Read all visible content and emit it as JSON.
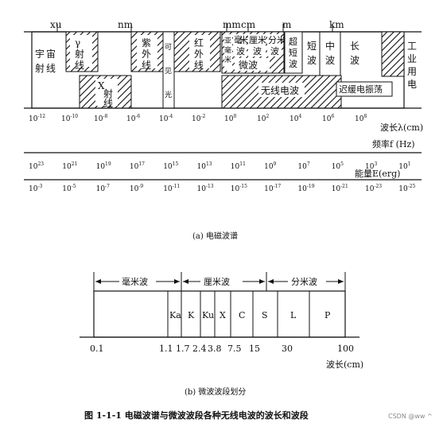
{
  "spectrum": {
    "unit_labels": [
      "xu",
      "nm",
      "mm",
      "cm",
      "m",
      "km"
    ],
    "bands": {
      "cosmic": "宇宙射线",
      "gamma": "γ射线",
      "xray": "X射线",
      "uv": "紫外线",
      "visible": "可见光",
      "ir": "红外线",
      "submm": "亚毫米",
      "mm": "毫米波",
      "cm": "厘米波",
      "dm": "分米波",
      "microwave": "微波",
      "ultrashort": "超短波",
      "short": "短波",
      "medium": "中波",
      "long": "长波",
      "radio": "无线电波",
      "slow_osc": "迟缓电振荡",
      "power": "工业用电"
    },
    "wavelength_ticks": [
      {
        "base": "10",
        "exp": "-12"
      },
      {
        "base": "10",
        "exp": "-10"
      },
      {
        "base": "10",
        "exp": "-8"
      },
      {
        "base": "10",
        "exp": "-6"
      },
      {
        "base": "10",
        "exp": "-4"
      },
      {
        "base": "10",
        "exp": "-2"
      },
      {
        "base": "10",
        "exp": "0"
      },
      {
        "base": "10",
        "exp": "2"
      },
      {
        "base": "10",
        "exp": "4"
      },
      {
        "base": "10",
        "exp": "6"
      },
      {
        "base": "10",
        "exp": "8"
      }
    ],
    "wavelength_label": "波长λ(cm)",
    "frequency_label": "频率f (Hz)",
    "frequency_ticks": [
      {
        "base": "10",
        "exp": "23"
      },
      {
        "base": "10",
        "exp": "21"
      },
      {
        "base": "10",
        "exp": "19"
      },
      {
        "base": "10",
        "exp": "17"
      },
      {
        "base": "10",
        "exp": "15"
      },
      {
        "base": "10",
        "exp": "13"
      },
      {
        "base": "10",
        "exp": "11"
      },
      {
        "base": "10",
        "exp": "9"
      },
      {
        "base": "10",
        "exp": "7"
      },
      {
        "base": "10",
        "exp": "5"
      },
      {
        "base": "10",
        "exp": "3"
      },
      {
        "base": "10",
        "exp": "1"
      }
    ],
    "energy_label": "能量E(erg)",
    "energy_ticks": [
      {
        "base": "10",
        "exp": "-3"
      },
      {
        "base": "10",
        "exp": "-5"
      },
      {
        "base": "10",
        "exp": "-7"
      },
      {
        "base": "10",
        "exp": "-9"
      },
      {
        "base": "10",
        "exp": "-11"
      },
      {
        "base": "10",
        "exp": "-13"
      },
      {
        "base": "10",
        "exp": "-15"
      },
      {
        "base": "10",
        "exp": "-17"
      },
      {
        "base": "10",
        "exp": "-19"
      },
      {
        "base": "10",
        "exp": "-21"
      },
      {
        "base": "10",
        "exp": "-23"
      },
      {
        "base": "10",
        "exp": "-25"
      }
    ],
    "caption": "(a) 电磁波谱"
  },
  "microwave": {
    "groups": [
      "毫米波",
      "厘米波",
      "分米波"
    ],
    "bands": [
      "Ka",
      "K",
      "Ku",
      "X",
      "C",
      "S",
      "L",
      "P"
    ],
    "ticks": [
      "0.1",
      "1.1",
      "1.7",
      "2.4",
      "3.8",
      "7.5",
      "15",
      "30",
      "100"
    ],
    "axis_label": "波长(cm)",
    "caption": "(b) 微波波段划分"
  },
  "figure_title": "图 1-1-1   电磁波谱与微波波段各种无线电波的波长和波段",
  "watermark": "CSDN @ww ^"
}
